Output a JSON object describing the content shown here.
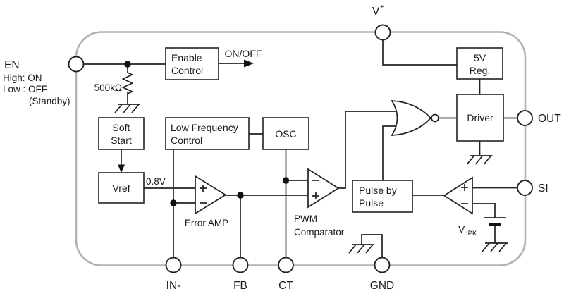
{
  "colors": {
    "line": "#222222",
    "ic_border": "#b2b2b2",
    "background": "#ffffff"
  },
  "en_pin": {
    "label": "EN",
    "note_high": "High: ON",
    "note_low": "Low : OFF",
    "note_standby": "(Standby)"
  },
  "resistor": {
    "value": "500kΩ"
  },
  "signals": {
    "onoff": "ON/OFF"
  },
  "blocks": {
    "enable_control": {
      "line1": "Enable",
      "line2": "Control"
    },
    "soft_start": {
      "line1": "Soft",
      "line2": "Start"
    },
    "low_freq": {
      "line1": "Low Frequency",
      "line2": "Control"
    },
    "osc": {
      "label": "OSC"
    },
    "vref": {
      "label": "Vref",
      "voltage": "0.8V"
    },
    "pulse_by_pulse": {
      "line1": "Pulse by",
      "line2": "Pulse"
    },
    "reg5v": {
      "line1": "5V",
      "line2": "Reg."
    },
    "driver": {
      "label": "Driver"
    }
  },
  "amps": {
    "error_amp": "Error AMP",
    "pwm_line1": "PWM",
    "pwm_line2": "Comparator",
    "vipk_main": "V",
    "vipk_sub": "IPK"
  },
  "pins": {
    "vplus_main": "V",
    "vplus_sup": "+",
    "out": "OUT",
    "si": "SI",
    "in_minus": "IN-",
    "fb": "FB",
    "ct": "CT",
    "gnd": "GND"
  }
}
